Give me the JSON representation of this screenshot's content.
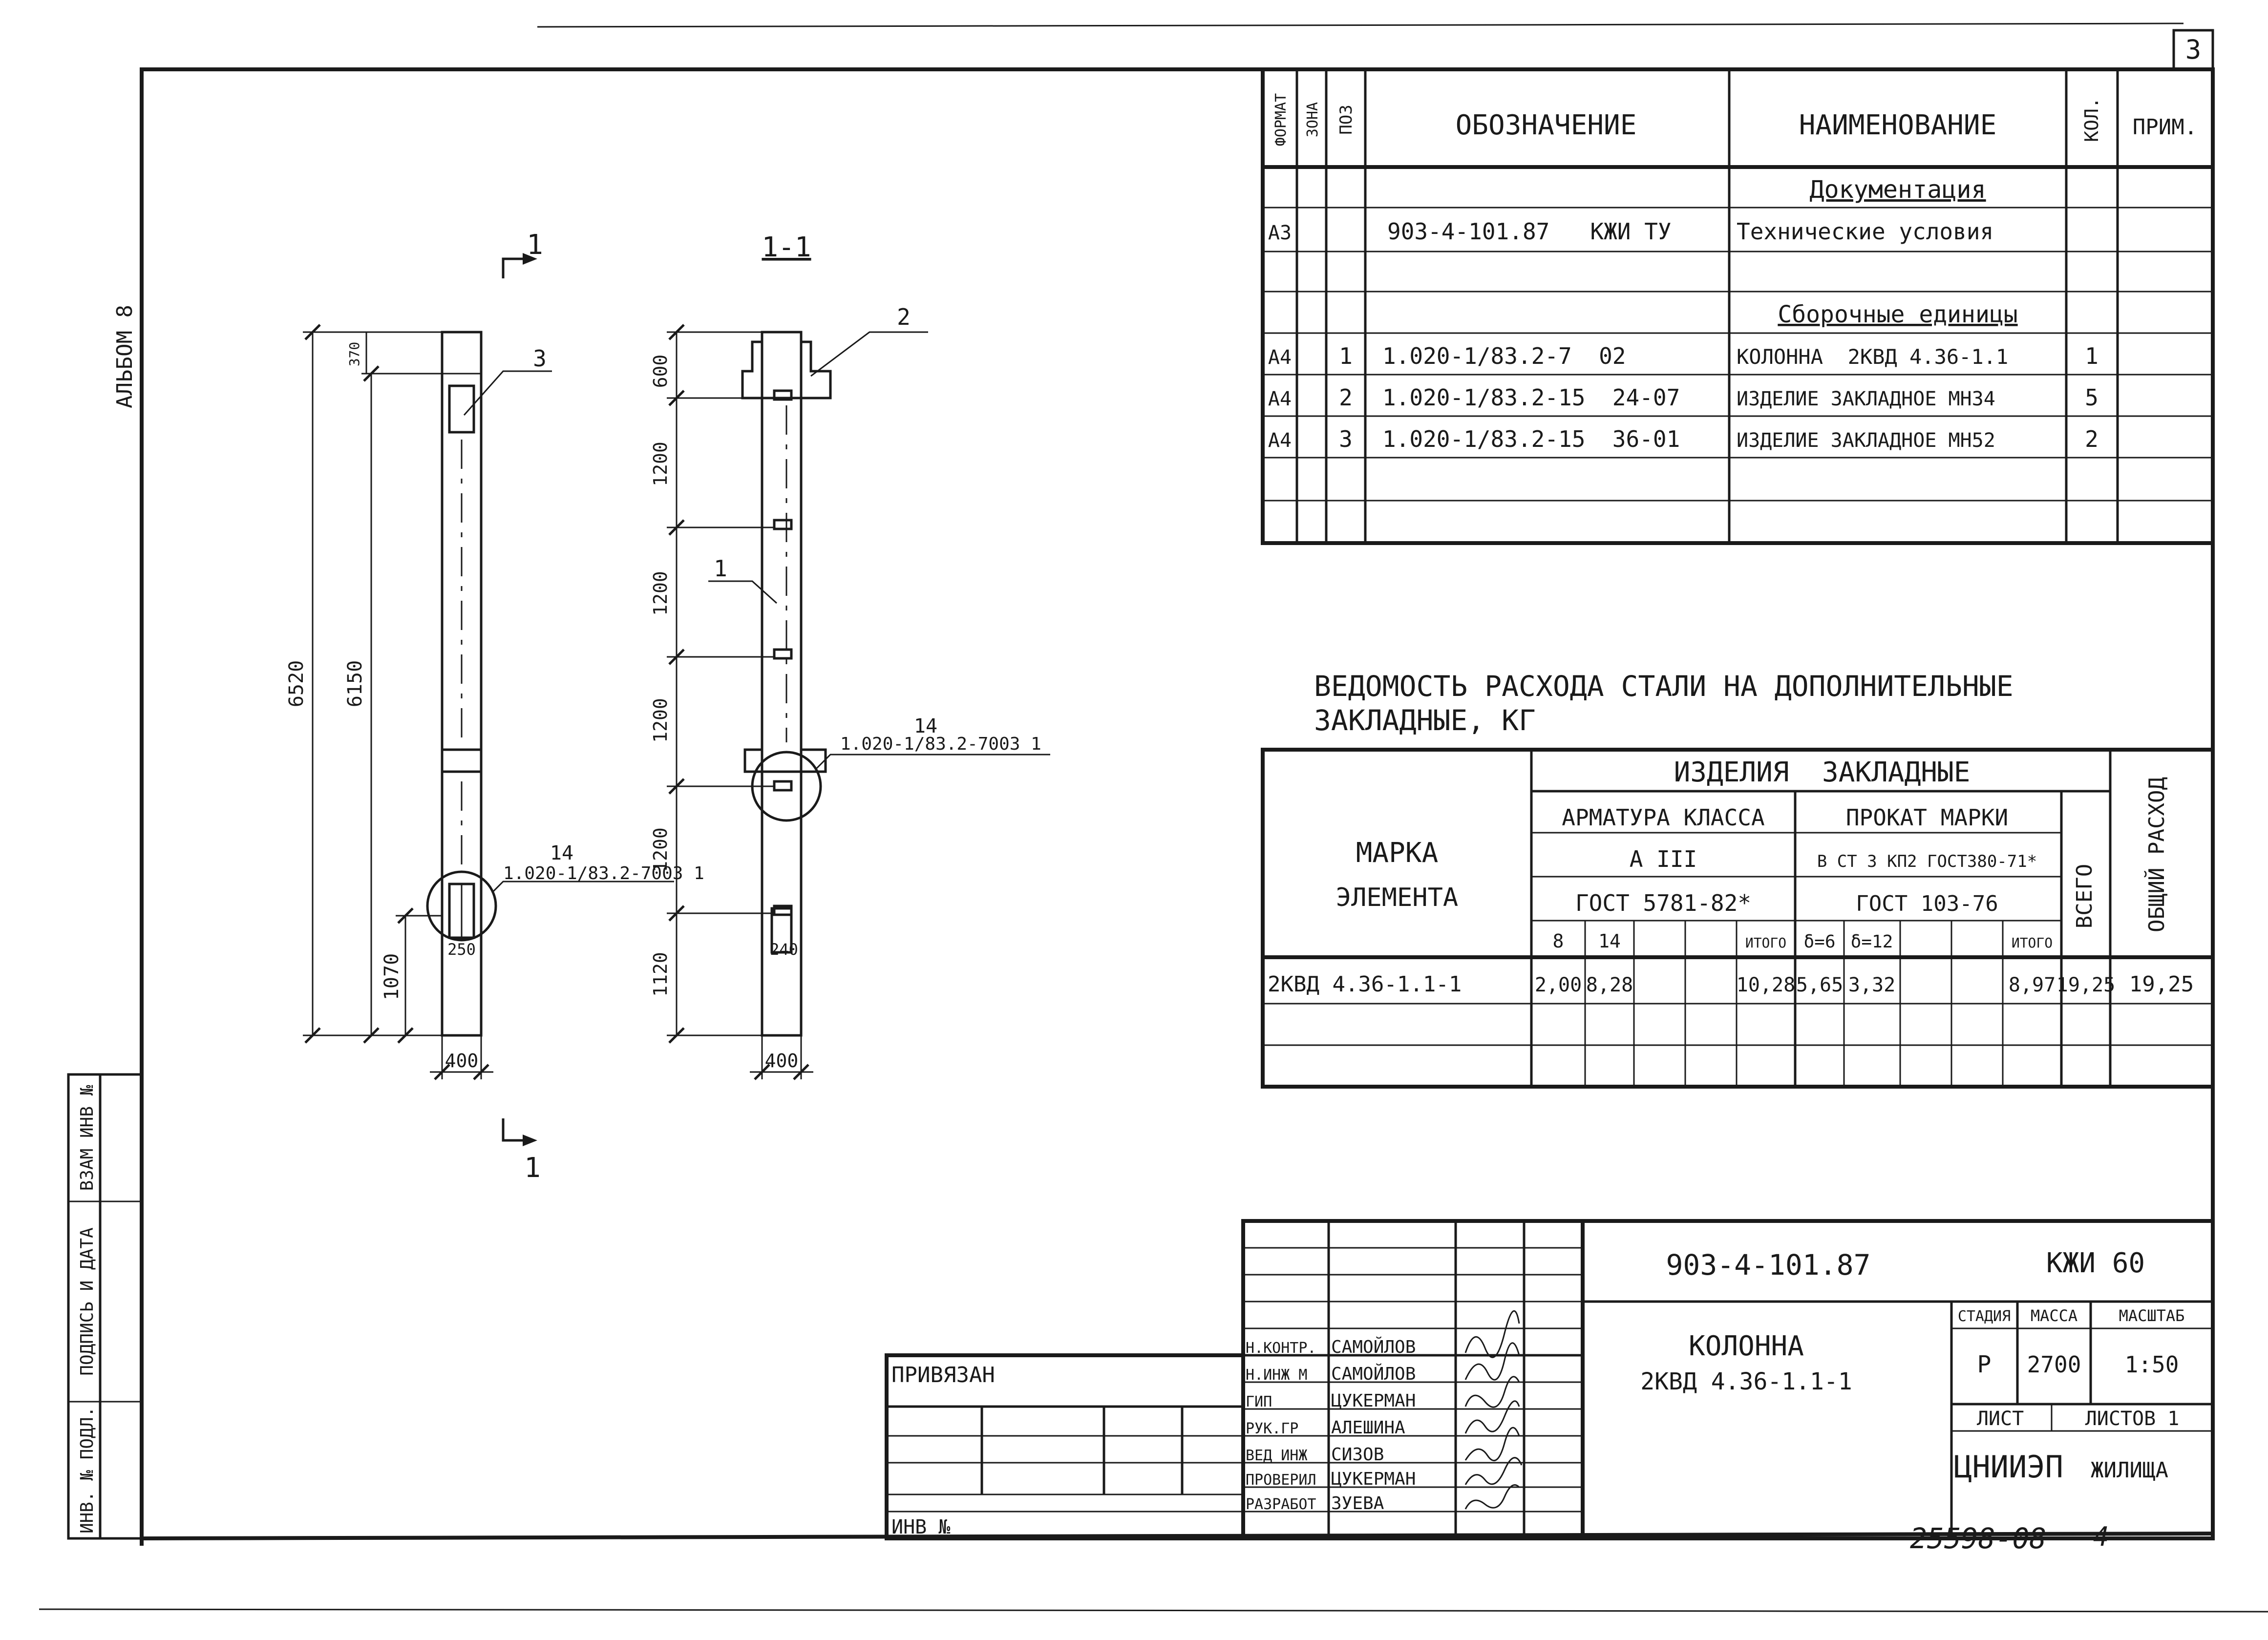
{
  "sheet": {
    "number": "3",
    "album": "АЛЬБОМ 8",
    "footer_code": "25598-08",
    "footer_page": "4"
  },
  "side_stamp": {
    "inv_podl": "ИНВ. № ПОДЛ.",
    "signature_date": "ПОДПИСЬ И ДАТА",
    "vzam_inv": "ВЗАМ ИНВ №"
  },
  "spec_table": {
    "headers": {
      "format": "ФОРМАТ",
      "zone": "ЗОНА",
      "pos": "ПОЗ",
      "designation": "ОБОЗНАЧЕНИЕ",
      "name": "НАИМЕНОВАНИЕ",
      "qty": "КОЛ.",
      "note": "ПРИМ."
    },
    "rows": [
      {
        "format": "",
        "pos": "",
        "designation": "",
        "name": "Документация",
        "qty": ""
      },
      {
        "format": "А3",
        "pos": "",
        "designation": "903-4-101.87   КЖИ ТУ",
        "name": "Технические условия",
        "qty": ""
      },
      {
        "format": "",
        "pos": "",
        "designation": "",
        "name": "",
        "qty": ""
      },
      {
        "format": "",
        "pos": "",
        "designation": "",
        "name": "Сборочные единицы",
        "qty": ""
      },
      {
        "format": "А4",
        "pos": "1",
        "designation": "1.020-1/83.2-7  02",
        "name": "КОЛОННА  2КВД 4.36-1.1",
        "qty": "1"
      },
      {
        "format": "А4",
        "pos": "2",
        "designation": "1.020-1/83.2-15  24-07",
        "name": "ИЗДЕЛИЕ ЗАКЛАДНОЕ МН34",
        "qty": "5"
      },
      {
        "format": "А4",
        "pos": "3",
        "designation": "1.020-1/83.2-15  36-01",
        "name": "ИЗДЕЛИЕ ЗАКЛАДНОЕ МН52",
        "qty": "2"
      },
      {
        "format": "",
        "pos": "",
        "designation": "",
        "name": "",
        "qty": ""
      },
      {
        "format": "",
        "pos": "",
        "designation": "",
        "name": "",
        "qty": ""
      }
    ]
  },
  "steel_table": {
    "title_line1": "ВЕДОМОСТЬ РАСХОДА СТАЛИ НА ДОПОЛНИТЕЛЬНЫЕ",
    "title_line2": "ЗАКЛАДНЫЕ, КГ",
    "group_header": "ИЗДЕЛИЯ  ЗАКЛАДНЫЕ",
    "mark_header_line1": "МАРКА",
    "mark_header_line2": "ЭЛЕМЕНТА",
    "armature_header": "АРМАТУРА КЛАССА",
    "armature_class": "А III",
    "armature_gost": "ГОСТ 5781-82*",
    "rolled_header": "ПРОКАТ МАРКИ",
    "rolled_grade": "В СТ 3 КП2 ГОСТ380-71*",
    "rolled_gost": "ГОСТ 103-76",
    "total_header": "ВСЕГО",
    "overall_header": "ОБЩИЙ РАСХОД",
    "sub_headers": [
      "8",
      "14",
      "",
      "",
      "ИТОГО",
      "δ=6",
      "δ=12",
      "",
      "",
      "ИТОГО"
    ],
    "rows": [
      {
        "mark": "2КВД 4.36-1.1-1",
        "values": [
          "2,00",
          "8,28",
          "",
          "",
          "10,28",
          "5,65",
          "3,32",
          "",
          "",
          "8,97"
        ],
        "total": "19,25",
        "overall": "19,25"
      },
      {
        "mark": "",
        "values": [
          "",
          "",
          "",
          "",
          "",
          "",
          "",
          "",
          "",
          ""
        ],
        "total": "",
        "overall": ""
      },
      {
        "mark": "",
        "values": [
          "",
          "",
          "",
          "",
          "",
          "",
          "",
          "",
          "",
          ""
        ],
        "total": "",
        "overall": ""
      }
    ]
  },
  "drawing": {
    "section_mark_top": "1",
    "section_mark_bottom": "1",
    "section_title": "1-1",
    "dim_overall": "6520",
    "dim_column": "6150",
    "dim_top": "370",
    "dim_bottom": "1070",
    "dim_width": "400",
    "dim_inner_left": "250",
    "dim_inner_right": "240",
    "dims_right": [
      "600",
      "1200",
      "1200",
      "1200",
      "1200",
      "1120"
    ],
    "leader_1": "1",
    "leader_2": "2",
    "leader_3": "3",
    "node_ref_left_num": "14",
    "node_ref_left_code": "1.020-1/83.2-7003 1",
    "node_ref_right_num": "14",
    "node_ref_right_code": "1.020-1/83.2-7003 1"
  },
  "title_block": {
    "doc_code": "903-4-101.87",
    "sheet_code": "КЖИ 60",
    "object_name_line1": "КОЛОННА",
    "object_name_line2": "2КВД 4.36-1.1-1",
    "stage_label": "СТАДИЯ",
    "mass_label": "МАССА",
    "scale_label": "МАСШТАБ",
    "stage": "Р",
    "mass": "2700",
    "scale": "1:50",
    "sheet_label": "ЛИСТ",
    "sheets_label": "ЛИСТОВ 1",
    "organization_big": "ЦНИИЭП",
    "organization_small": "ЖИЛИЩА",
    "bound_label": "ПРИВЯЗАН",
    "inv_no_label": "ИНВ №",
    "signers": [
      {
        "role": "Н.КОНТР.",
        "name": "САМОЙЛОВ"
      },
      {
        "role": "Н.ИНЖ М",
        "name": "САМОЙЛОВ"
      },
      {
        "role": "ГИП",
        "name": "ЦУКЕРМАН"
      },
      {
        "role": "РУК.ГР",
        "name": "АЛЕШИНА"
      },
      {
        "role": "ВЕД ИНЖ",
        "name": "СИЗОВ"
      },
      {
        "role": "ПРОВЕРИЛ",
        "name": "ЦУКЕРМАН"
      },
      {
        "role": "РАЗРАБОТ",
        "name": "ЗУЕВА"
      }
    ]
  }
}
